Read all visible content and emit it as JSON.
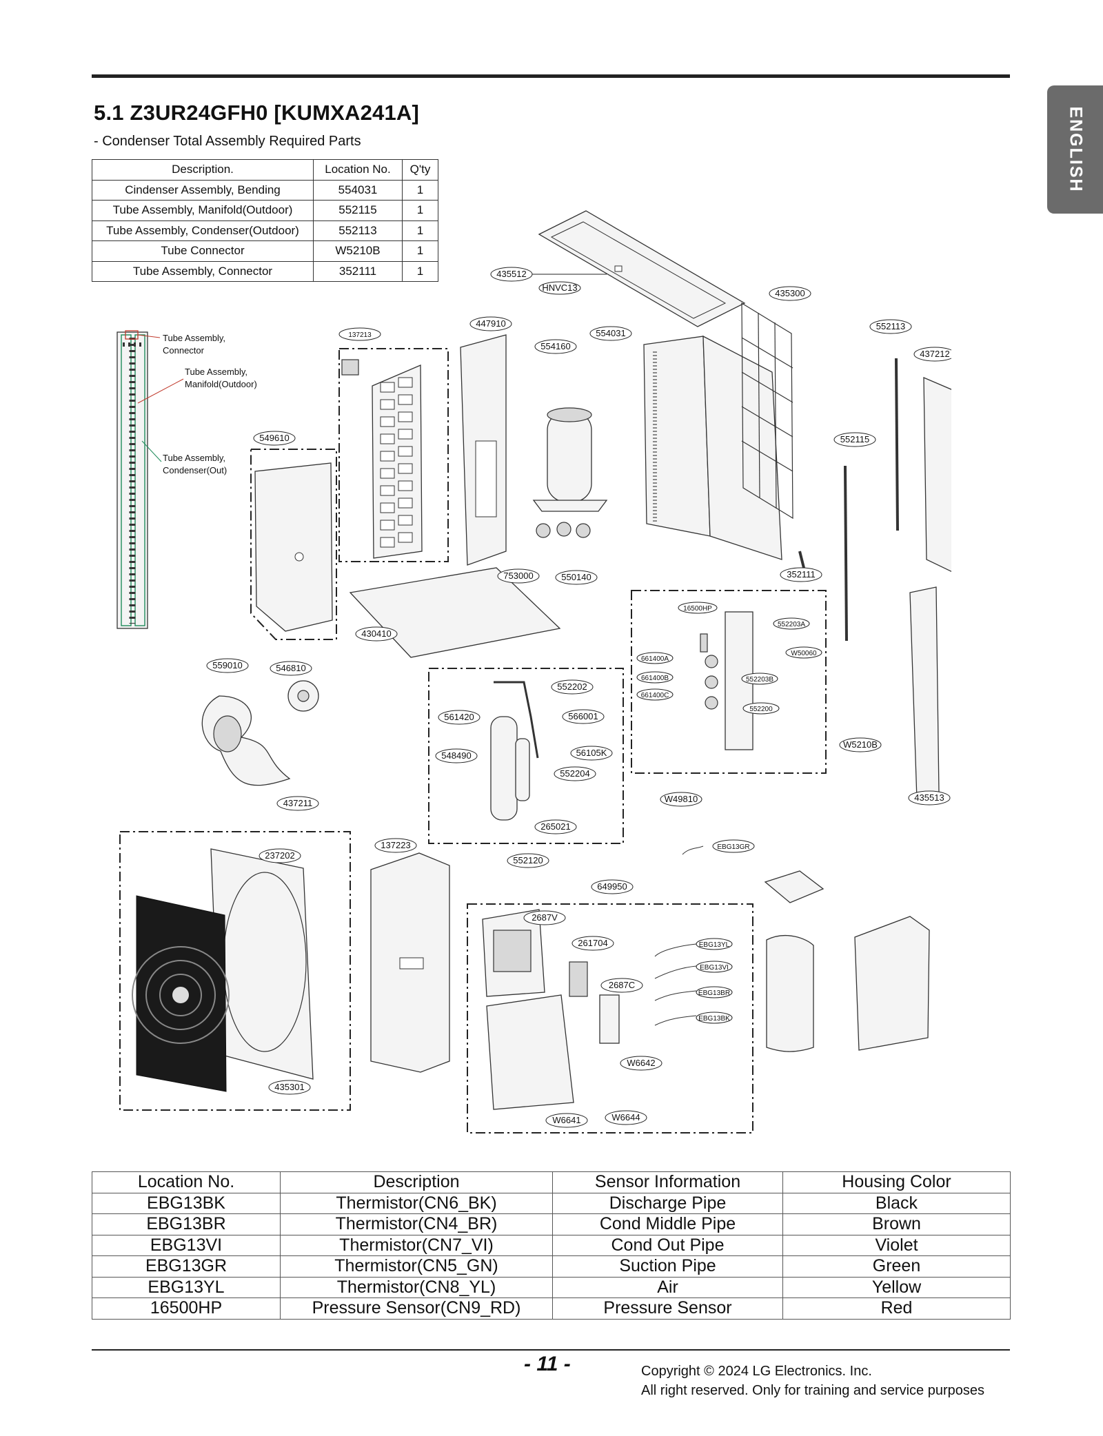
{
  "header": {
    "section_title": "5.1 Z3UR24GFH0 [KUMXA241A]",
    "subtitle": "- Condenser Total Assembly Required Parts",
    "language_tab": "ENGLISH"
  },
  "parts_table": {
    "headers": [
      "Description.",
      "Location No.",
      "Q'ty"
    ],
    "rows": [
      [
        "Cindenser Assembly, Bending",
        "554031",
        "1"
      ],
      [
        "Tube Assembly, Manifold(Outdoor)",
        "552115",
        "1"
      ],
      [
        "Tube Assembly, Condenser(Outdoor)",
        "552113",
        "1"
      ],
      [
        "Tube Connector",
        "W5210B",
        "1"
      ],
      [
        "Tube Assembly, Connector",
        "352111",
        "1"
      ]
    ]
  },
  "diagram": {
    "callouts": {
      "tube_connector": "Tube Assembly,\nConnector",
      "tube_manifold": "Tube Assembly,\nManifold(Outdoor)",
      "tube_condenser": "Tube Assembly,\nCondenser(Out)"
    },
    "labels": {
      "p435512": "435512",
      "pHNVC13": "HNVC13",
      "p435300": "435300",
      "p552113": "552113",
      "p437212": "437212",
      "p447910": "447910",
      "p554031": "554031",
      "p554160": "554160",
      "p137213": "137213",
      "p549610": "549610",
      "p552115": "552115",
      "p753000": "753000",
      "p550140": "550140",
      "p352111": "352111",
      "p430410": "430410",
      "p16500HP": "16500HP",
      "p552203A": "552203A",
      "pW50060": "W50060",
      "p661400A": "661400A",
      "p661400B": "661400B",
      "p552203B": "552203B",
      "p661400C": "661400C",
      "p552200": "552200",
      "p559010": "559010",
      "p546810": "546810",
      "p552202": "552202",
      "p561420": "561420",
      "p566001": "566001",
      "p548490": "548490",
      "p56105K": "56105K",
      "p552204": "552204",
      "pW5210B": "W5210B",
      "pW49810": "W49810",
      "p435513": "435513",
      "p437211": "437211",
      "p265021": "265021",
      "p137223": "137223",
      "p237202": "237202",
      "p552120": "552120",
      "pEBG13GR": "EBG13GR",
      "p649950": "649950",
      "p2687V": "2687V",
      "p261704": "261704",
      "pEBG13YL": "EBG13YL",
      "pEBG13VI": "EBG13VI",
      "p2687C": "2687C",
      "pEBG13BR": "EBG13BR",
      "pEBG13BK": "EBG13BK",
      "pW6642": "W6642",
      "p435301": "435301",
      "pW6641": "W6641",
      "pW6644": "W6644"
    }
  },
  "sensor_table": {
    "headers": [
      "Location No.",
      "Description",
      "Sensor Information",
      "Housing Color"
    ],
    "rows": [
      [
        "EBG13BK",
        "Thermistor(CN6_BK)",
        "Discharge Pipe",
        "Black"
      ],
      [
        "EBG13BR",
        "Thermistor(CN4_BR)",
        "Cond Middle Pipe",
        "Brown"
      ],
      [
        "EBG13VI",
        "Thermistor(CN7_VI)",
        "Cond Out Pipe",
        "Violet"
      ],
      [
        "EBG13GR",
        "Thermistor(CN5_GN)",
        "Suction Pipe",
        "Green"
      ],
      [
        "EBG13YL",
        "Thermistor(CN8_YL)",
        "Air",
        "Yellow"
      ],
      [
        "16500HP",
        "Pressure Sensor(CN9_RD)",
        "Pressure Sensor",
        "Red"
      ]
    ]
  },
  "footer": {
    "page_number": "- 11 -",
    "copyright_line1": "Copyright © 2024 LG Electronics. Inc.",
    "copyright_line2": "All right reserved. Only for training and service purposes"
  },
  "colors": {
    "accent_tab": "#6b6b6b",
    "rule": "#222222",
    "callout_red": "#c0392b",
    "callout_green": "#1e8a5a"
  }
}
